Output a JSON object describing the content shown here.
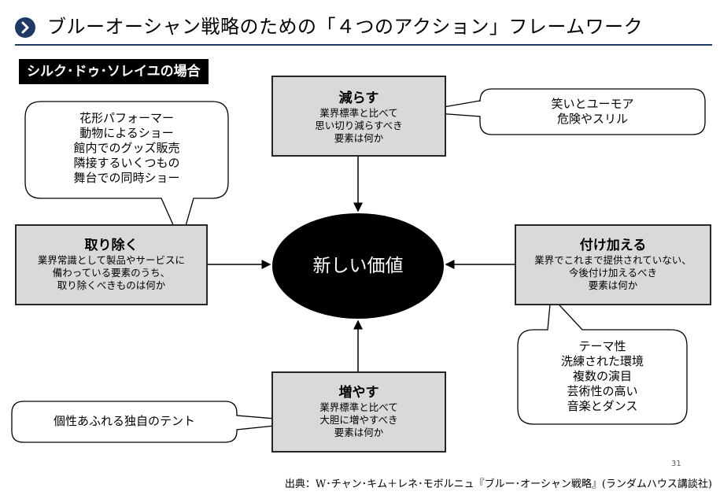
{
  "header": {
    "title": "ブルーオーシャン戦略のための「４つのアクション」フレームワーク"
  },
  "case_label": "シルク･ドゥ･ソレイユの場合",
  "center": {
    "label": "新しい価値"
  },
  "actions": {
    "reduce": {
      "title": "減らす",
      "description": "業界標準と比べて\n思い切り減らすべき\n要素は何か"
    },
    "eliminate": {
      "title": "取り除く",
      "description": "業界常識として製品やサービスに\n備わっている要素のうち、\n取り除くべきものは何か"
    },
    "create": {
      "title": "付け加える",
      "description": "業界でこれまで提供されていない、\n今後付け加えるべき\n要素は何か"
    },
    "raise": {
      "title": "増やす",
      "description": "業界標準と比べて\n大胆に増やすべき\n要素は何か"
    }
  },
  "examples": {
    "eliminate": "花形パフォーマー\n動物によるショー\n館内でのグッズ販売\n隣接するいくつもの\n舞台での同時ショー",
    "reduce": "笑いとユーモア\n危険やスリル",
    "create": "テーマ性\n洗練された環境\n複数の演目\n芸術性の高い\n音楽とダンス",
    "raise": "個性あふれる独自のテント"
  },
  "footer": {
    "page_number": "31",
    "source": "出典：W･チャン･キム＋レネ･モボルニュ『ブルー･オーシャン戦略』(ランダムハウス講談社)"
  },
  "colors": {
    "accent": "#1f3864",
    "box_fill": "#d9d9d9",
    "center_fill": "#000000"
  }
}
